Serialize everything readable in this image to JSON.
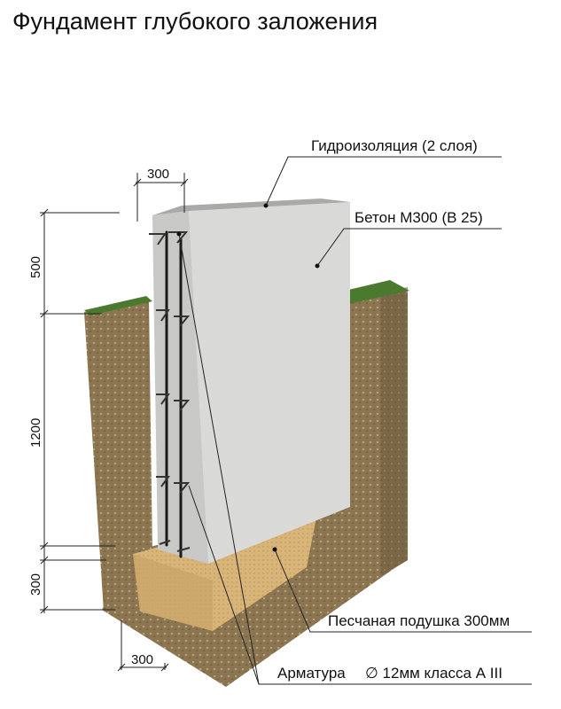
{
  "title": "Фундамент глубокого заложения",
  "labels": {
    "waterproofing": "Гидроизоляция (2 слоя)",
    "concrete": "Бетон М300 (В 25)",
    "sand_cushion": "Песчаная подушка 300мм",
    "rebar": "Арматура",
    "rebar_spec": "∅ 12мм класса А III"
  },
  "dimensions": {
    "wall_width": "300",
    "above_ground": "500",
    "depth": "1200",
    "cushion_height": "300",
    "cushion_offset": "300"
  },
  "colors": {
    "soil": "#8b7651",
    "grass": "#4b7a2e",
    "sand": "#d8b479",
    "concrete": "#d9d9d7"
  }
}
